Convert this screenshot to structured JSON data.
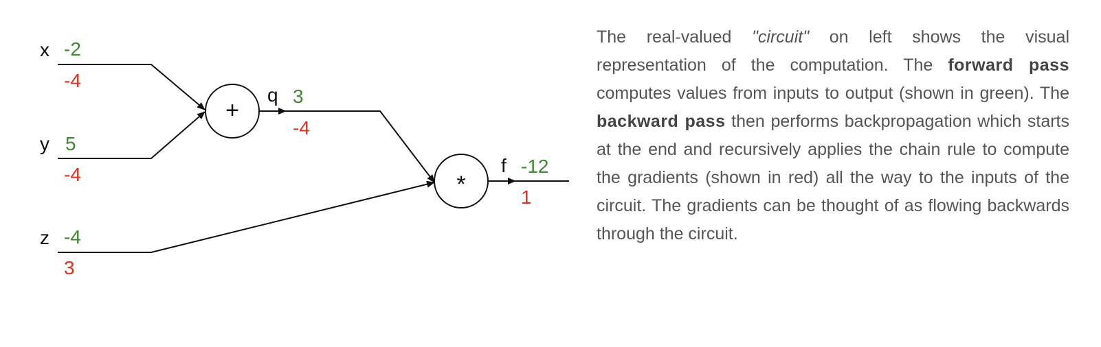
{
  "circuit": {
    "inputs": {
      "x": {
        "label": "x",
        "value": "-2",
        "gradient": "-4"
      },
      "y": {
        "label": "y",
        "value": "5",
        "gradient": "-4"
      },
      "z": {
        "label": "z",
        "value": "-4",
        "gradient": "3"
      }
    },
    "add_gate": {
      "symbol": "+"
    },
    "mul_gate": {
      "symbol": "*"
    },
    "intermediate": {
      "label": "q",
      "value": "3",
      "gradient": "-4"
    },
    "output": {
      "label": "f",
      "value": "-12",
      "gradient": "1"
    }
  },
  "colors": {
    "forward": "#3c8a2e",
    "gradient": "#e0301e",
    "text": "#555555",
    "wire": "#111111"
  },
  "description": {
    "p1": "The real-valued ",
    "p2": "\"circuit\"",
    "p3": " on left shows the visual representation of the computation. The ",
    "p4": "forward pass",
    "p5": " computes values from inputs to output (shown in green). The ",
    "p6": "backward pass",
    "p7": " then performs backpropagation which starts at the end and recursively applies the chain rule to compute the gradients (shown in red) all the way to the inputs of the circuit. The gradients can be thought of as flowing backwards through the circuit."
  }
}
